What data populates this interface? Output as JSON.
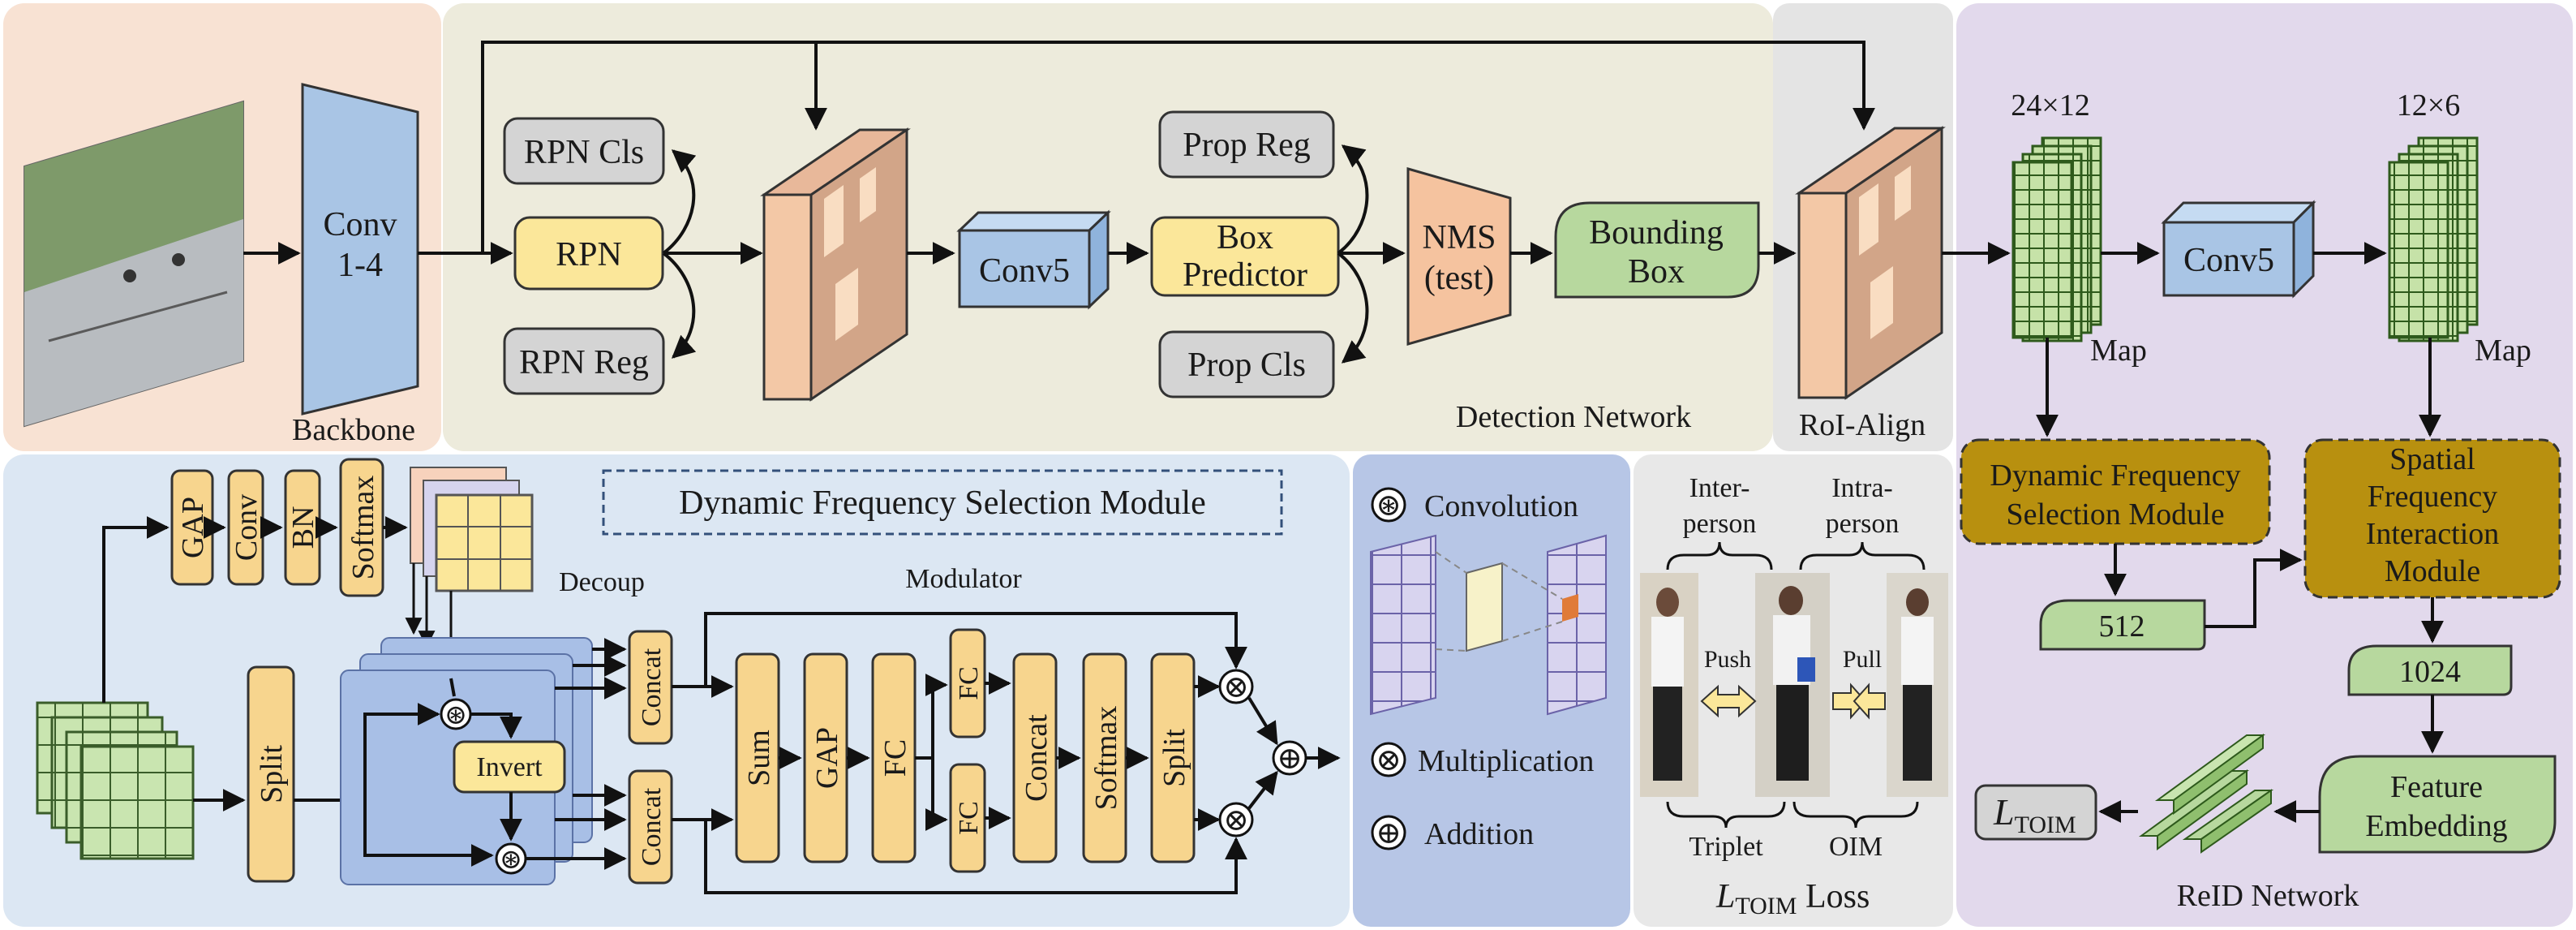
{
  "panels": {
    "backbone": "Backbone",
    "detection": "Detection Network",
    "roi_align": "RoI-Align",
    "reid": "ReID Network",
    "dfsm_title": "Dynamic Frequency Selection Module",
    "loss_title_L": "L",
    "loss_title_sub": "TOIM",
    "loss_title_rest": " Loss"
  },
  "backbone": {
    "conv_line1": "Conv",
    "conv_line2": "1-4"
  },
  "detection": {
    "rpn": "RPN",
    "rpn_cls": "RPN Cls",
    "rpn_reg": "RPN Reg",
    "conv5": "Conv5",
    "box_pred_line1": "Box",
    "box_pred_line2": "Predictor",
    "prop_reg": "Prop Reg",
    "prop_cls": "Prop Cls",
    "nms_line1": "NMS",
    "nms_line2": "(test)",
    "bbox_line1": "Bounding",
    "bbox_line2": "Box"
  },
  "reid": {
    "size1": "24×12",
    "size2": "12×6",
    "map": "Map",
    "conv5": "Conv5",
    "dfsm_line1": "Dynamic Frequency",
    "dfsm_line2": "Selection Module",
    "sfim_line1": "Spatial",
    "sfim_line2": "Frequency",
    "sfim_line3": "Interaction",
    "sfim_line4": "Module",
    "dim512": "512",
    "dim1024": "1024",
    "fe_line1": "Feature",
    "fe_line2": "Embedding",
    "loss_L": "L",
    "loss_sub": "TOIM"
  },
  "dfsm": {
    "gap": "GAP",
    "conv": "Conv",
    "bn": "BN",
    "softmax": "Softmax",
    "decoup": "Decoup",
    "split": "Split",
    "invert": "Invert",
    "concat": "Concat",
    "modulator": "Modulator",
    "sum": "Sum",
    "fc": "FC",
    "conv_sym": "⊛",
    "mul_sym": "⊗",
    "add_sym": "⊕"
  },
  "legend": {
    "convolution": "Convolution",
    "multiplication": "Multiplication",
    "addition": "Addition",
    "conv_sym": "⊛",
    "mul_sym": "⊗",
    "add_sym": "⊕"
  },
  "loss": {
    "inter_line1": "Inter-",
    "inter_line2": "person",
    "intra_line1": "Intra-",
    "intra_line2": "person",
    "push": "Push",
    "pull": "Pull",
    "triplet": "Triplet",
    "oim": "OIM"
  },
  "colors": {
    "backbone_bg": "#f8e2d3",
    "detection_bg": "#edebdc",
    "roi_bg": "#e4e4e4",
    "reid_bg": "#e2d9ec",
    "dfsm_bg": "#dce7f3",
    "legend_bg": "#b7c6e6",
    "loss_bg": "#e8e8e8",
    "gold": "#b8900f"
  }
}
